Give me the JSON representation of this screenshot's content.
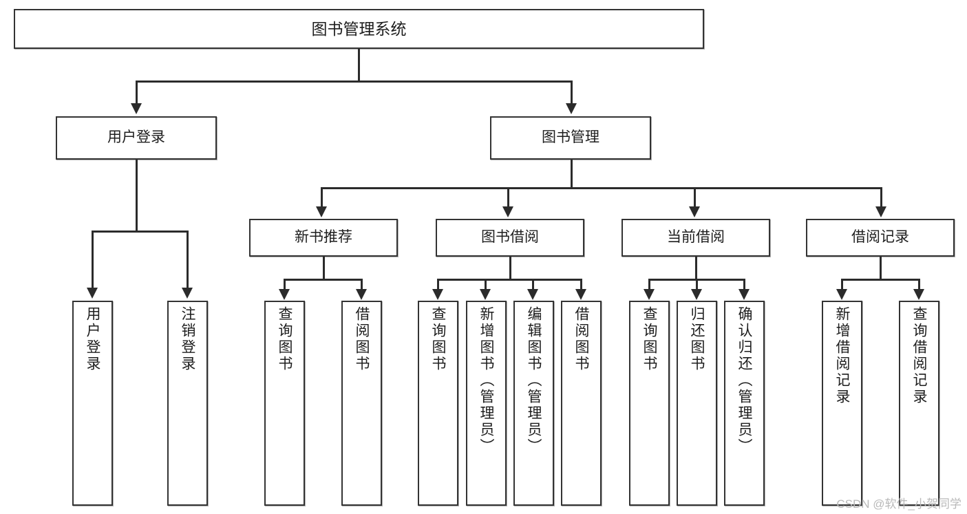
{
  "diagram": {
    "title": "图书管理系统",
    "root": {
      "label": "图书管理系统"
    },
    "level2": [
      {
        "label": "用户登录"
      },
      {
        "label": "图书管理"
      }
    ],
    "level3": [
      {
        "label": "新书推荐"
      },
      {
        "label": "图书借阅"
      },
      {
        "label": "当前借阅"
      },
      {
        "label": "借阅记录"
      }
    ],
    "leaves": {
      "user_login": [
        {
          "label": "用户登录"
        },
        {
          "label": "注销登录"
        }
      ],
      "new_book": [
        {
          "label": "查询图书"
        },
        {
          "label": "借阅图书"
        }
      ],
      "book_borrow": [
        {
          "label": "查询图书"
        },
        {
          "label": "新增图书（管理员）"
        },
        {
          "label": "编辑图书（管理员）"
        },
        {
          "label": "借阅图书"
        }
      ],
      "current_borrow": [
        {
          "label": "查询图书"
        },
        {
          "label": "归还图书"
        },
        {
          "label": "确认归还（管理员）"
        }
      ],
      "borrow_record": [
        {
          "label": "新增借阅记录"
        },
        {
          "label": "查询借阅记录"
        }
      ]
    }
  },
  "watermark": {
    "text": "CSDN @软件_小贺同学"
  },
  "colors": {
    "box_border": "#333333",
    "connector": "#2b2b2b",
    "text": "#1d1d1d",
    "background": "#ffffff",
    "watermark": "#b9b9b9"
  }
}
